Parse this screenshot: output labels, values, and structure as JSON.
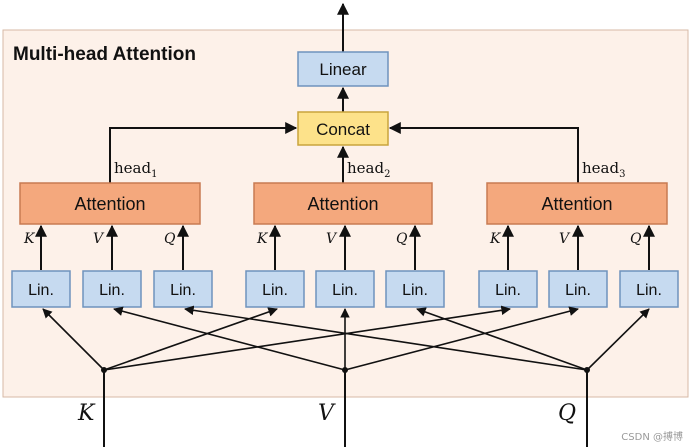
{
  "diagram": {
    "title": "Multi-head Attention",
    "linear_label": "Linear",
    "concat_label": "Concat",
    "heads": [
      {
        "attention_label": "Attention",
        "head_base": "head",
        "head_sub": "1",
        "k": "K",
        "v": "V",
        "q": "Q"
      },
      {
        "attention_label": "Attention",
        "head_base": "head",
        "head_sub": "2",
        "k": "K",
        "v": "V",
        "q": "Q"
      },
      {
        "attention_label": "Attention",
        "head_base": "head",
        "head_sub": "3",
        "k": "K",
        "v": "V",
        "q": "Q"
      }
    ],
    "lin_label": "Lin.",
    "inputs": {
      "k": "K",
      "v": "V",
      "q": "Q"
    },
    "watermark": "CSDN @搏博"
  },
  "colors": {
    "panel_fill": "#fdf1e9",
    "panel_border": "#d7b9a6",
    "blue_box": "#c6daf0",
    "blue_border": "#6f93bd",
    "attention_box": "#f4a87d",
    "attention_border": "#c87a52",
    "concat_box": "#fde28a",
    "concat_border": "#c9a43c",
    "line": "#111111"
  }
}
